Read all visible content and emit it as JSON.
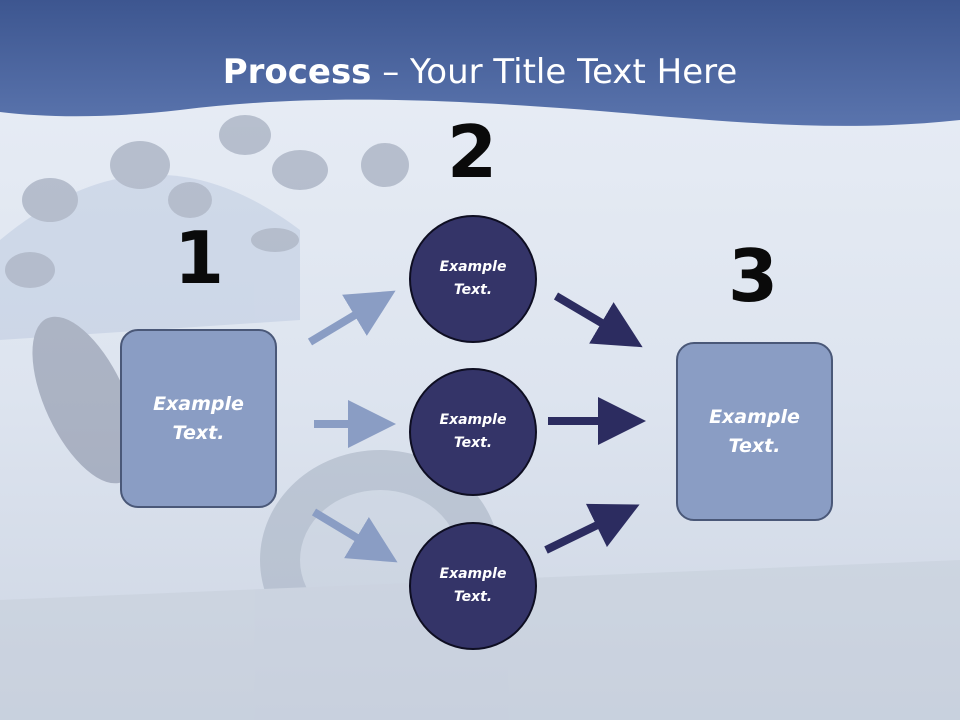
{
  "title": {
    "bold": "Process",
    "rest": " – Your Title Text Here"
  },
  "steps": [
    {
      "number": "1",
      "label": "Example\nText."
    },
    {
      "number": "2",
      "label": "Example\nText."
    },
    {
      "number": "3",
      "label": "Example\nText."
    }
  ],
  "middle_circles": [
    {
      "label": "Example\nText."
    },
    {
      "label": "Example\nText."
    },
    {
      "label": "Example\nText."
    }
  ],
  "colors": {
    "header_band": "#4d67a0",
    "box_fill": "#8a9dc4",
    "circle_fill": "#343468",
    "arrow_light": "#8a9dc4",
    "arrow_dark": "#2c2c60"
  }
}
